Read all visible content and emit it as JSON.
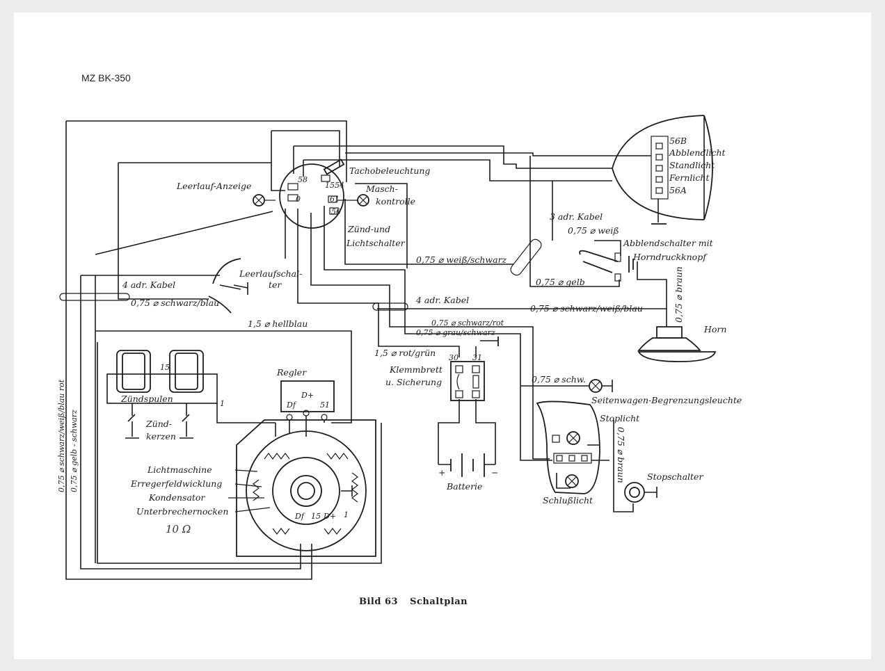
{
  "header": {
    "title": "MZ BK-350"
  },
  "caption": {
    "figure": "Bild 63",
    "title": "Schaltplan"
  },
  "labels": {
    "leerlauf_anzeige": "Leerlauf-Anzeige",
    "tachobeleuchtung": "Tachobeleuchtung",
    "maschkontrolle_1": "Masch-",
    "maschkontrolle_2": "kontrolle",
    "zund_licht_1": "Zünd-und",
    "zund_licht_2": "Lichtschalter",
    "leerlaufschalter_1": "Leerlaufschal-",
    "leerlaufschalter_2": "ter",
    "kabel4_left": "4 adr. Kabel",
    "kabel4_mid": "4 adr. Kabel",
    "schwarz_blau": "0,75 ⌀ schwarz/blau",
    "hellblau": "1,5 ⌀ hellblau",
    "weiss_schwarz": "0,75 ⌀ weiß/schwarz",
    "kabel3": "3 adr. Kabel",
    "weiss": "0,75 ⌀ weiß",
    "gelb": "0,75 ⌀ gelb",
    "abblendschalter_1": "Abblendschalter mit",
    "abblendschalter_2": "Horndruckknopf",
    "schwarz_weiss_blau": "0,75 ⌀ schwarz/weiß/blau",
    "braun": "0,75 ⌀ braun",
    "horn": "Horn",
    "schwarz_rot": "0,75 ⌀ schwarz/rot",
    "grau_schwarz": "0,75 ⌀ grau/schwarz",
    "rot_gruen": "1,5 ⌀ rot/grün",
    "klemmbrett_1": "Klemmbrett",
    "klemmbrett_2": "u. Sicherung",
    "schw": "0,75 ⌀ schw.",
    "seitenwagen": "Seitenwagen-Begrenzungsleuchte",
    "stoplicht": "Stoplicht",
    "braun2": "0,75 ⌀ braun",
    "stopschalter": "Stopschalter",
    "schlusslicht": "Schlußlicht",
    "batterie": "Batterie",
    "regler": "Regler",
    "zuendspulen": "Zündspulen",
    "zuendkerzen_1": "Zünd-",
    "zuendkerzen_2": "kerzen",
    "lichtmaschine": "Lichtmaschine",
    "erregerfeld": "Erregerfeldwicklung",
    "kondensator": "Kondensator",
    "unterbrecher": "Unterbrechernocken",
    "handnote_ohm": "10 Ω",
    "vert_left_1": "0,75 ⌀ schwarz/weiß/blau rot",
    "vert_left_2": "0,75 ⌀ gelb - schwarz"
  },
  "headlight": {
    "t56b": "56B",
    "abblendlicht": "Abblendlicht",
    "standlicht": "Standlicht",
    "fernlicht": "Fernlicht",
    "t56a": "56A"
  },
  "terminals": {
    "t58": "58",
    "t15": "15",
    "t54": "54",
    "t61": "61",
    "t56": "56",
    "t0": "0",
    "t30": "30",
    "t31": "31",
    "df": "Df",
    "d_plus": "D+",
    "t51": "51",
    "t15_coil": "15",
    "t1_coil": "1",
    "lm_df": "Df",
    "lm_15": "15",
    "lm_d": "D+",
    "lm_1": "1",
    "plus": "+",
    "minus": "−"
  }
}
